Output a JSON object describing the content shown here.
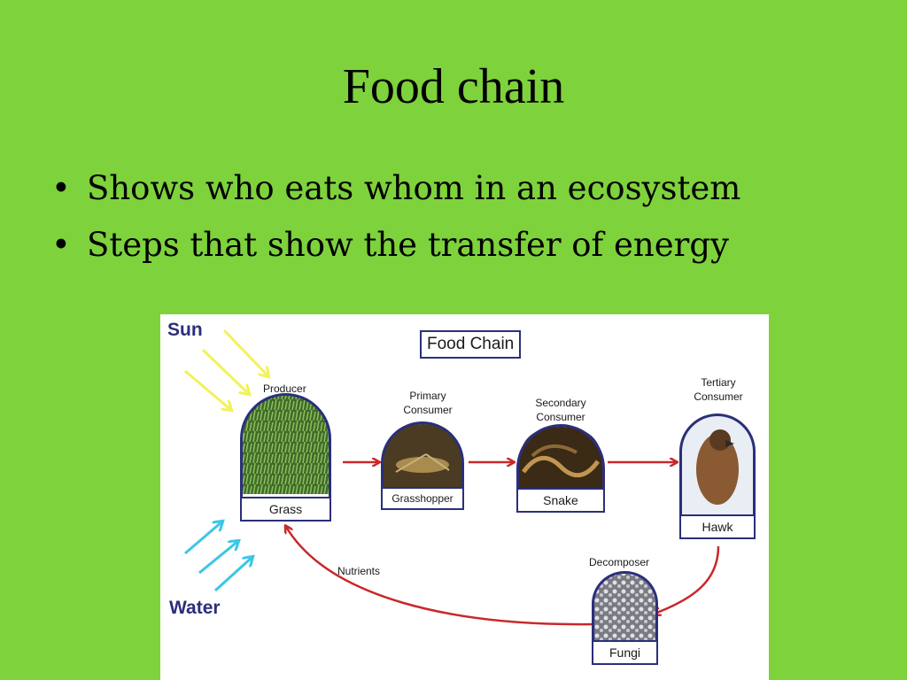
{
  "slide": {
    "title": "Food chain",
    "bullets": [
      "Shows who eats whom in an ecosystem",
      "Steps that show the transfer of energy"
    ],
    "bullet_glyph": "•"
  },
  "diagram": {
    "title": "Food Chain",
    "sun_label": "Sun",
    "water_label": "Water",
    "nutrients_label": "Nutrients",
    "producer": {
      "role": "Producer",
      "name": "Grass"
    },
    "primary": {
      "role_line1": "Primary",
      "role_line2": "Consumer",
      "name": "Grasshopper"
    },
    "secondary": {
      "role_line1": "Secondary",
      "role_line2": "Consumer",
      "name": "Snake"
    },
    "tertiary": {
      "role_line1": "Tertiary",
      "role_line2": "Consumer",
      "name": "Hawk"
    },
    "decomposer": {
      "role": "Decomposer",
      "name": "Fungi"
    },
    "colors": {
      "background": "#7ed23c",
      "outline": "#2b2f7a",
      "arrow": "#c8282a",
      "sun_rays": "#f2f25a",
      "water_rays": "#3cc6e6"
    }
  }
}
